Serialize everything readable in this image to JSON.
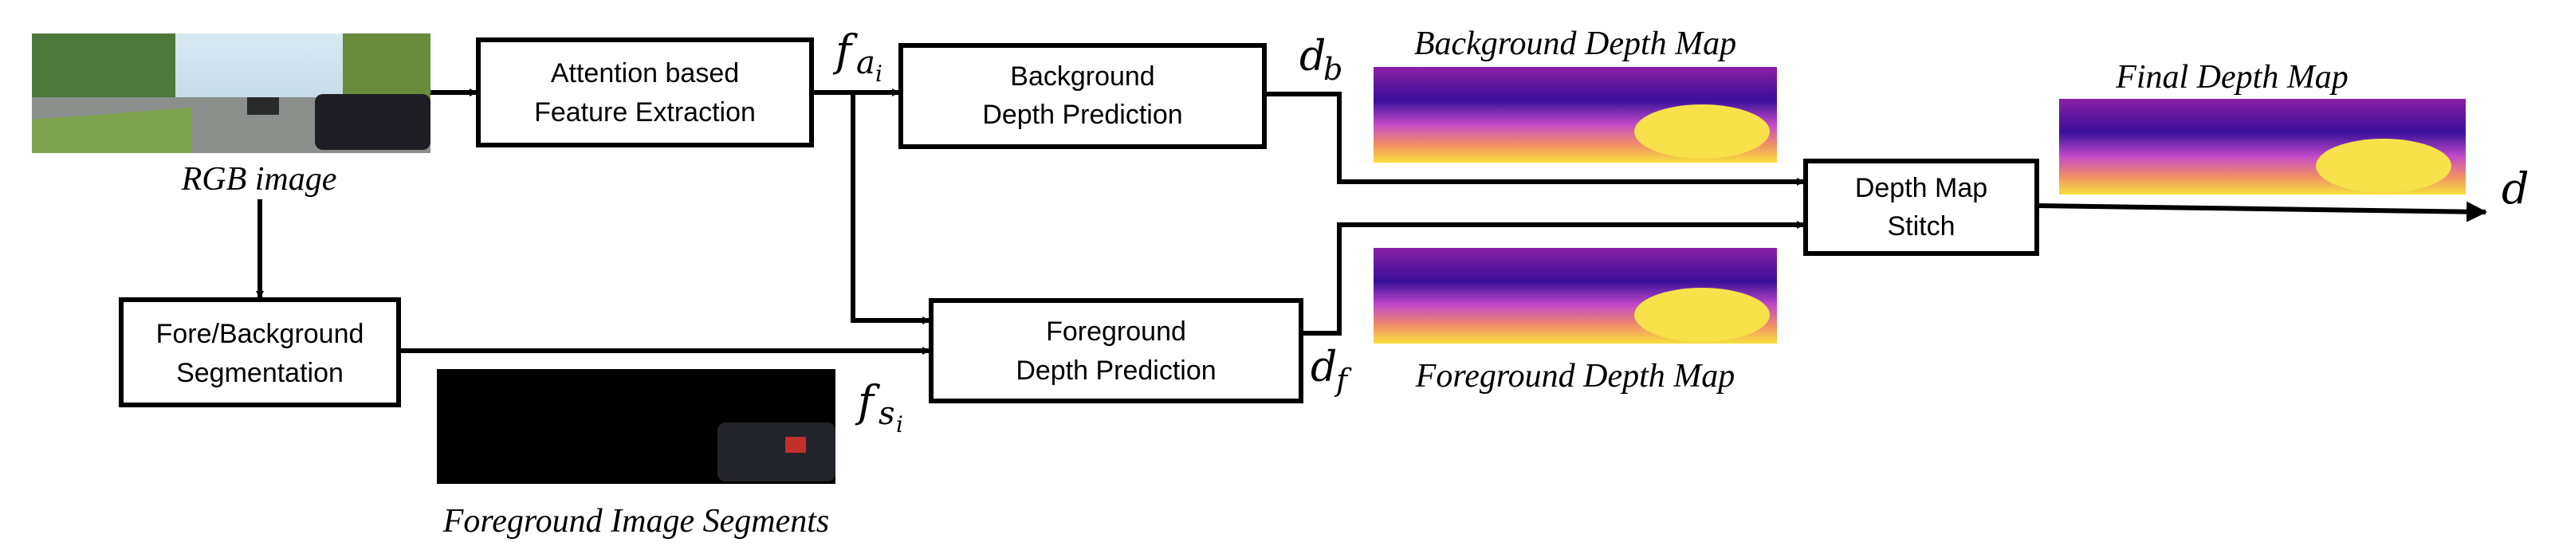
{
  "nodes": {
    "attention": [
      "Attention based",
      "Feature Extraction"
    ],
    "segmentation": [
      "Fore/Background",
      "Segmentation"
    ],
    "background_pred": [
      "Background",
      "Depth Prediction"
    ],
    "foreground_pred": [
      "Foreground",
      "Depth Prediction"
    ],
    "stitch": [
      "Depth Map",
      "Stitch"
    ]
  },
  "captions": {
    "rgb": "RGB image",
    "fg_segments": "Foreground Image Segments",
    "bg_depth": "Background Depth Map",
    "fg_depth": "Foreground Depth Map",
    "final_depth": "Final Depth Map"
  },
  "symbols": {
    "f": "f",
    "a": "a",
    "s": "s",
    "i": "i",
    "d": "d",
    "b": "b",
    "fsub": "f"
  },
  "colors": {
    "line": "#000000",
    "depth_far": "#2d0c8a",
    "depth_mid": "#b43cc0",
    "depth_near": "#f6e43a"
  }
}
